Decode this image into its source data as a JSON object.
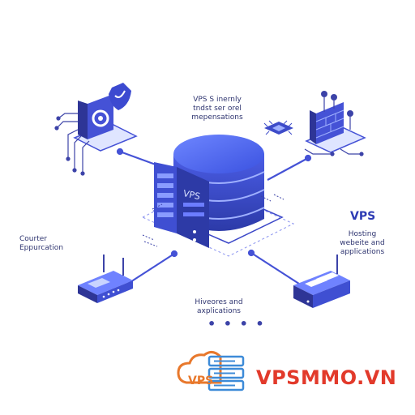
{
  "labels": {
    "top_center": [
      "VPS S inernly",
      "tndst ser orel",
      "mepensations"
    ],
    "left": [
      "Courter",
      "Eppurcation"
    ],
    "vps_heading": "VPS",
    "right": [
      "Hosting",
      "webeite and",
      "applications"
    ],
    "bottom_center": [
      "Hiveores and",
      "axplications"
    ],
    "ellipsis": "• • • •",
    "server_badge": "VPS"
  },
  "brand": {
    "name": "VPSMMO.VN",
    "logo_text": "VPS"
  },
  "colors": {
    "primary": "#4552d6",
    "dark": "#2e3596",
    "light": "#8a93f0",
    "brand_red": "#e23a2b",
    "brand_orange": "#e8782c",
    "brand_blue": "#3d8bd8"
  },
  "icons": [
    "server-icon",
    "gear-shield-icon",
    "firewall-icon",
    "router-icon",
    "chip-icon",
    "cloud-server-logo"
  ]
}
